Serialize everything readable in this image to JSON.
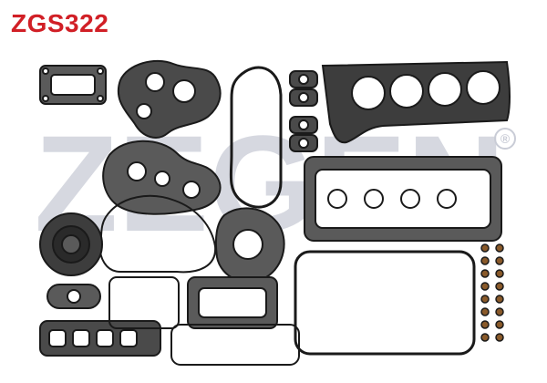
{
  "product": {
    "code": "ZGS322"
  },
  "watermark": {
    "text": "ZEGEN",
    "registered_mark": "®"
  },
  "colors": {
    "code_text": "#d11f26",
    "gasket_outline": "#1a1a1a",
    "gasket_fill": "#4a4a4a",
    "watermark": "#c9ccd6"
  },
  "contents": [
    "turbo-flange-gasket",
    "exhaust-manifold-gaskets",
    "oil-cooler-gasket",
    "oil-pan-gasket",
    "cylinder-head-gasket",
    "valve-cover-gasket",
    "timing-cover-gasket",
    "water-pump-gasket",
    "crankshaft-seal",
    "valve-stem-seals",
    "intake-manifold-gasket",
    "thermostat-gasket"
  ]
}
